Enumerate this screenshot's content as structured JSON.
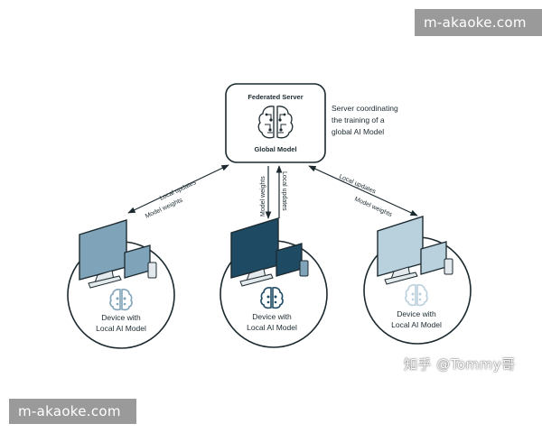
{
  "server": {
    "title": "Federated Server",
    "subtitle": "Global Model",
    "note_lines": [
      "Server coordinating",
      "the training of a",
      "global AI Model"
    ]
  },
  "connections": {
    "left": {
      "upper_label": "Local updates",
      "lower_label": "Model weights"
    },
    "center": {
      "down_label": "Model weights",
      "up_label": "Local updates"
    },
    "right": {
      "upper_label": "Local updates",
      "lower_label": "Model weights"
    }
  },
  "devices": [
    {
      "line1": "Device with",
      "line2": "Local AI Model",
      "shade": "light"
    },
    {
      "line1": "Device with",
      "line2": "Local AI Model",
      "shade": "dark"
    },
    {
      "line1": "Device with",
      "line2": "Local AI Model",
      "shade": "pale"
    }
  ],
  "colors": {
    "stroke": "#1c2a30",
    "screen_light": "#7fa3b8",
    "screen_dark": "#1f4a63",
    "screen_pale": "#b9d0dd",
    "stand": "#e3e9ec"
  },
  "watermarks": {
    "top": "m-akaoke.com",
    "bottom": "m-akaoke.com",
    "credit": "知乎 @Tommy哥"
  }
}
